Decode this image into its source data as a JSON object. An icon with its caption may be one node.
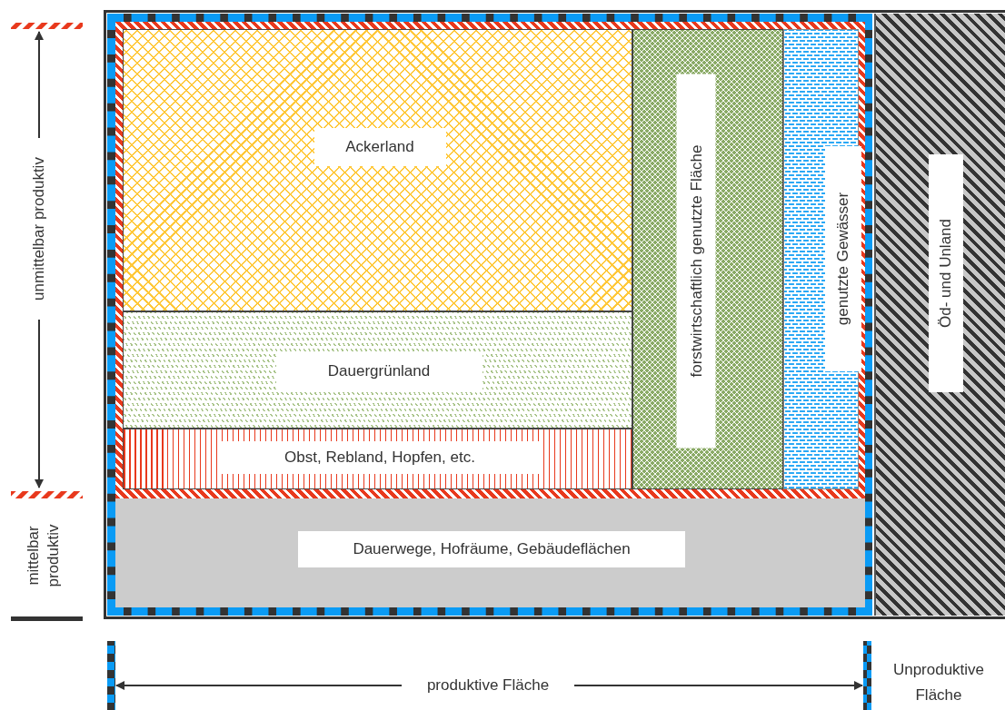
{
  "diagram": {
    "nodes": [
      {
        "text": [],
        "shape": "box"
      },
      {
        "text": [],
        "shape": "box",
        "in": 0
      },
      {
        "text": [
          "Ackerland"
        ],
        "in": 1
      },
      {
        "text": [
          "Dauergrünland"
        ],
        "in": 1
      },
      {
        "text": [
          "Obst, Rebland, Hopfen, etc."
        ],
        "in": 1
      },
      {
        "text": [
          "forstwirtschaftlich genutzte Fläche"
        ],
        "in": 1
      },
      {
        "text": [
          "genutzte Gewässer"
        ],
        "in": 1
      },
      {
        "text": [
          "Dauerwege, Hofräume, Gebäudeflächen"
        ],
        "in": 0
      },
      {
        "text": [
          "Öd- und Unland"
        ]
      }
    ],
    "edges": [],
    "labels": [
      "unmittelbar produktiv",
      "mittelbar produktiv",
      "produktive Fläche",
      "Unproduktive Fläche"
    ]
  }
}
